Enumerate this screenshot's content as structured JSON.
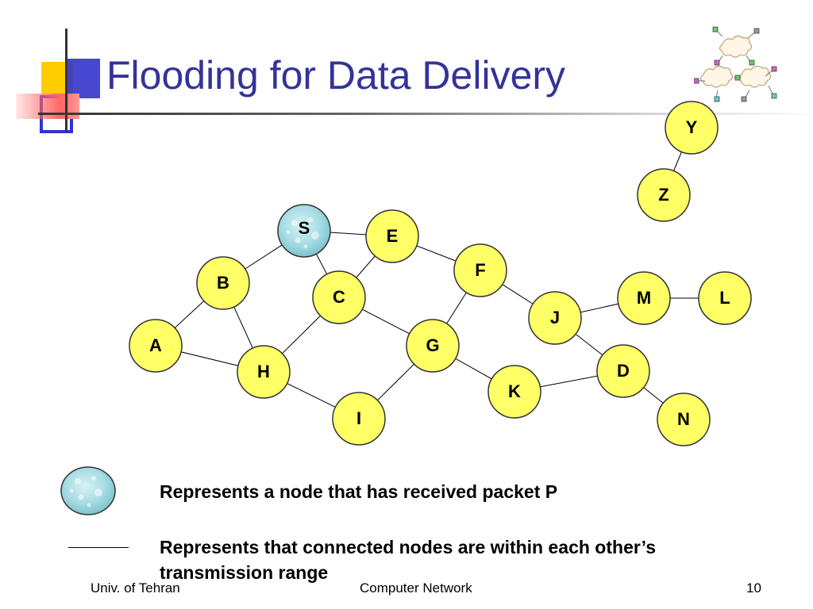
{
  "slide": {
    "title": "Flooding for Data Delivery",
    "colors": {
      "title": "#333399",
      "node_fill": "#ffff66",
      "node_received_fill": "#9fd8e0",
      "deco_yellow": "#ffcc00",
      "deco_blue": "#3333cc",
      "deco_red": "#ff6666"
    }
  },
  "graph": {
    "nodes": [
      {
        "id": "S",
        "received": true
      },
      {
        "id": "E",
        "received": false
      },
      {
        "id": "B",
        "received": false
      },
      {
        "id": "C",
        "received": false
      },
      {
        "id": "F",
        "received": false
      },
      {
        "id": "M",
        "received": false
      },
      {
        "id": "L",
        "received": false
      },
      {
        "id": "J",
        "received": false
      },
      {
        "id": "A",
        "received": false
      },
      {
        "id": "G",
        "received": false
      },
      {
        "id": "H",
        "received": false
      },
      {
        "id": "D",
        "received": false
      },
      {
        "id": "K",
        "received": false
      },
      {
        "id": "I",
        "received": false
      },
      {
        "id": "N",
        "received": false
      },
      {
        "id": "Y",
        "received": false
      },
      {
        "id": "Z",
        "received": false
      }
    ],
    "edges": [
      [
        "S",
        "B"
      ],
      [
        "S",
        "E"
      ],
      [
        "S",
        "C"
      ],
      [
        "E",
        "C"
      ],
      [
        "E",
        "F"
      ],
      [
        "B",
        "A"
      ],
      [
        "B",
        "H"
      ],
      [
        "A",
        "H"
      ],
      [
        "C",
        "H"
      ],
      [
        "C",
        "G"
      ],
      [
        "F",
        "G"
      ],
      [
        "F",
        "J"
      ],
      [
        "J",
        "M"
      ],
      [
        "M",
        "L"
      ],
      [
        "J",
        "D"
      ],
      [
        "G",
        "I"
      ],
      [
        "G",
        "K"
      ],
      [
        "K",
        "D"
      ],
      [
        "D",
        "N"
      ],
      [
        "H",
        "I"
      ],
      [
        "Y",
        "Z"
      ]
    ]
  },
  "legend": {
    "received_text": "Represents a node that has received packet P",
    "range_text": "Represents that connected nodes are within each other’s transmission range"
  },
  "footer": {
    "left": "Univ. of Tehran",
    "center": "Computer Network",
    "page": "10"
  },
  "icons": {
    "corner_decoration": "corner-squares-icon",
    "network_logo": "network-clouds-icon"
  }
}
